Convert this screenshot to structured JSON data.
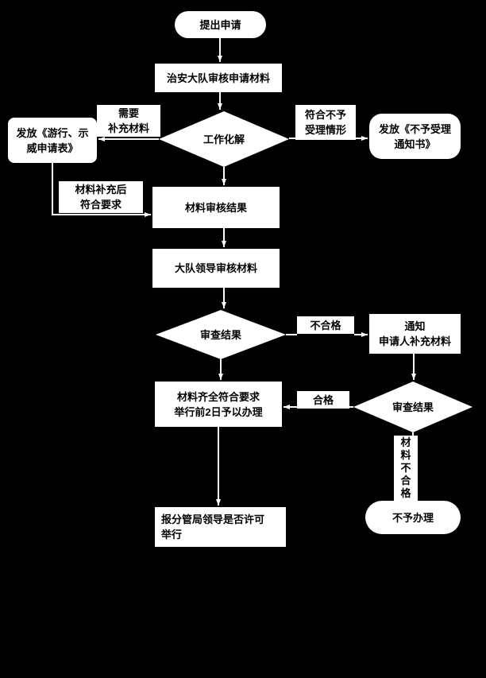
{
  "colors": {
    "background": "#000000",
    "shape_fill": "#ffffff",
    "shape_text": "#000000",
    "connector": "#ffffff"
  },
  "flowchart": {
    "start": {
      "label": "提出申请"
    },
    "review": {
      "label": "治安大队审核申请材料"
    },
    "work_resolution": {
      "label": "工作化解"
    },
    "need_supplement": {
      "lines": [
        "需要",
        "补充材料"
      ]
    },
    "issue_form": {
      "lines": [
        "发放《游行、示",
        "威申请表》"
      ]
    },
    "meets_rejection": {
      "lines": [
        "符合不予",
        "受理情形"
      ]
    },
    "issue_rejection": {
      "lines": [
        "发放《不予受理",
        "通知书》"
      ]
    },
    "after_supplement": {
      "lines": [
        "材料补充后",
        "符合要求"
      ]
    },
    "material_result": {
      "label": "材料审核结果"
    },
    "leader_review": {
      "label": "大队领导审核材料"
    },
    "review_result_1": {
      "label": "审查结果"
    },
    "unqualified": {
      "label": "不合格"
    },
    "notify": {
      "lines": [
        "通知",
        "申请人补充材料"
      ]
    },
    "complete": {
      "lines": [
        "材料齐全符合要求",
        "举行前2日予以办理"
      ]
    },
    "qualified": {
      "label": "合格"
    },
    "review_result_2": {
      "label": "审查结果"
    },
    "material_unqualified": {
      "label": "材料不合格"
    },
    "not_processed": {
      "label": "不予办理"
    },
    "report": {
      "lines": [
        "报分管局领导是否许可",
        "举行"
      ]
    }
  }
}
